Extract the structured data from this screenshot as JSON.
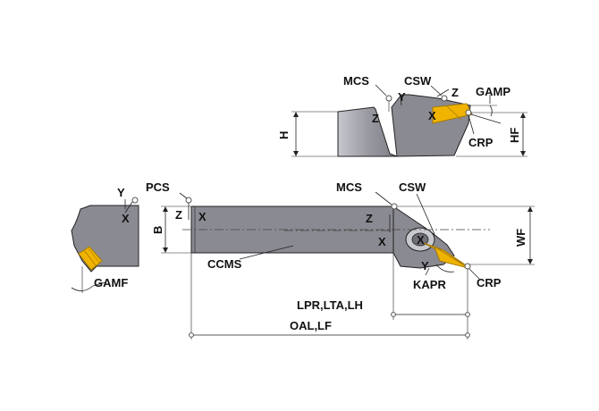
{
  "labels": {
    "mcs": "MCS",
    "csw": "CSW",
    "gamp": "GAMP",
    "crp": "CRP",
    "hf": "HF",
    "h": "H",
    "pcs": "PCS",
    "b": "B",
    "wf": "WF",
    "ccms": "CCMS",
    "kapr": "KAPR",
    "gamf": "GAMF",
    "lpr": "LPR,LTA,LH",
    "oal": "OAL,LF"
  },
  "axes": {
    "x": "X",
    "y": "Y",
    "z": "Z"
  },
  "colors": {
    "body": "#8a8a92",
    "body_light": "#b9b9c1",
    "body_dark": "#6f6f78",
    "insert": "#f0b400",
    "insert_dark": "#a87a00",
    "clamp": "#c9c9d0",
    "line": "#222222"
  }
}
